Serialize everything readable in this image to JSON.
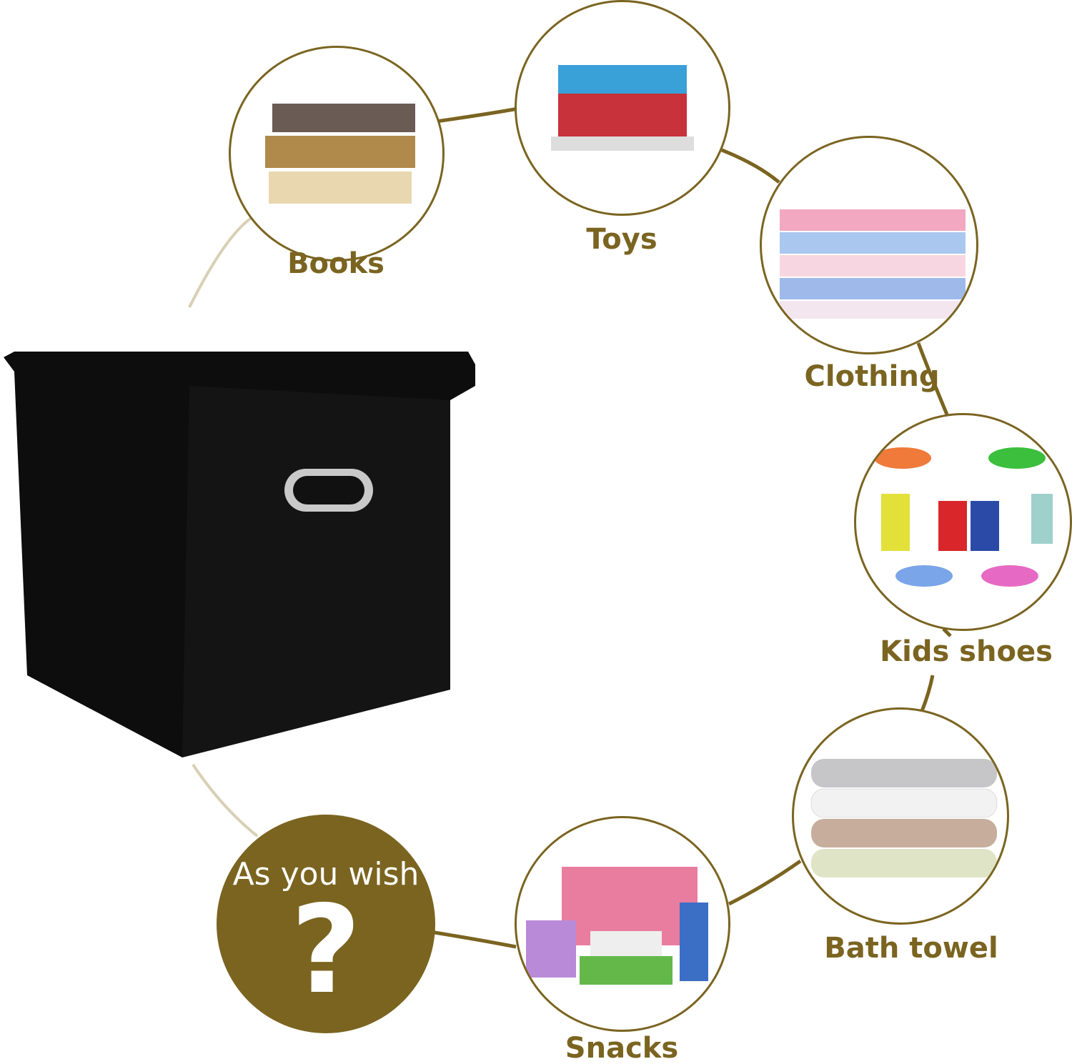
{
  "colors": {
    "accent": "#7a6420",
    "box": "#0d0d0d"
  },
  "items": [
    {
      "label": "Books",
      "icon": "books-photo"
    },
    {
      "label": "Toys",
      "icon": "toys-photo"
    },
    {
      "label": "Clothing",
      "icon": "clothing-photo"
    },
    {
      "label": "Kids shoes",
      "icon": "kids-shoes-photo"
    },
    {
      "label": "Bath towel",
      "icon": "bath-towel-photo"
    },
    {
      "label": "Snacks",
      "icon": "snacks-photo"
    }
  ],
  "wish": {
    "text": "As you wish",
    "mark": "?"
  }
}
